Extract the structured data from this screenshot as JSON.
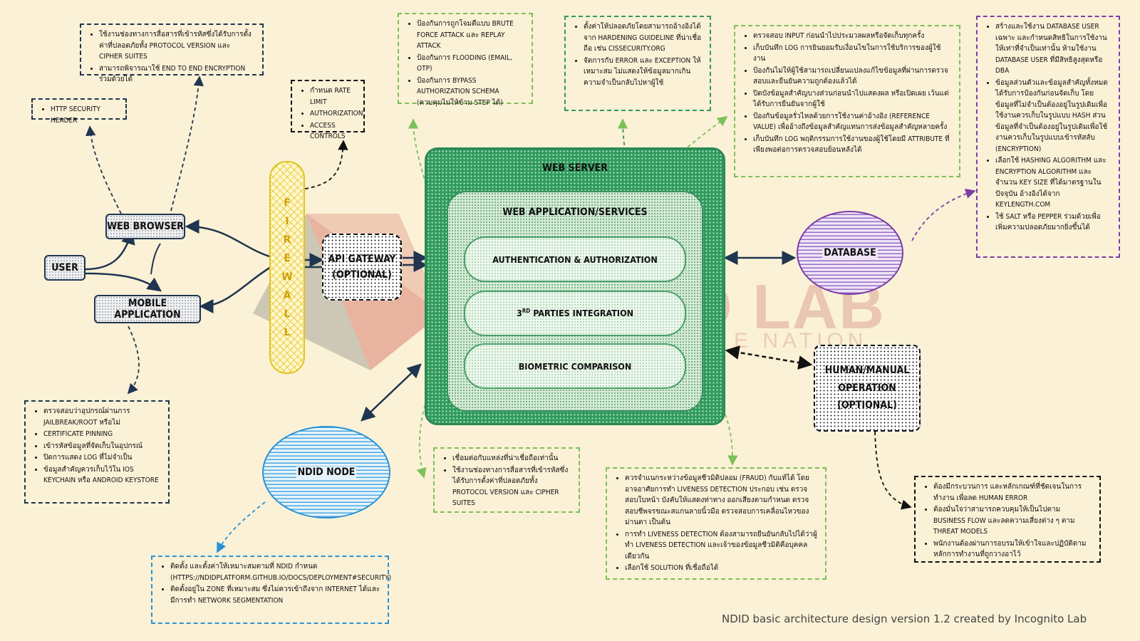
{
  "nodes": {
    "user": "USER",
    "web_browser": "WEB BROWSER",
    "mobile_app": "MOBILE APPLICATION",
    "firewall_letters": [
      "F",
      "I",
      "R",
      "E",
      "W",
      "A",
      "L",
      "L"
    ],
    "api_gateway_line1": "API GATEWAY",
    "api_gateway_line2": "(OPTIONAL)",
    "web_server": "WEB SERVER",
    "web_app": "WEB APPLICATION/SERVICES",
    "auth": "AUTHENTICATION & AUTHORIZATION",
    "third_parties_num": "3",
    "third_parties_sup": "RD",
    "third_parties_text": " PARTIES INTEGRATION",
    "biometric": "BIOMETRIC COMPARISON",
    "database": "DATABASE",
    "ndid_node": "NDID NODE",
    "human_line1": "HUMAN/MANUAL",
    "human_line2": "OPERATION",
    "human_line3": "(OPTIONAL)"
  },
  "notes": {
    "browser_tls": [
      "ใช้งานช่องทางการสื่อสารที่เข้ารหัสซึ่งได้รับการตั้งค่าที่ปลอดภัยทั้ง PROTOCOL VERSION และ CIPHER SUITES",
      "สามารถพิจารณาใช้ END TO END ENCRYPTION ร่วมด้วยได้"
    ],
    "http_header": [
      "HTTP SECURITY HEADER"
    ],
    "api_controls": [
      "กำหนด RATE LIMIT",
      "AUTHORIZATION",
      "ACCESS CONTROLS"
    ],
    "brute_force": [
      "ป้องกันการถูกโจมตีแบบ BRUTE FORCE ATTACK และ REPLAY ATTACK",
      "ป้องกันการ FLOODING (EMAIL, OTP)",
      "ป้องกันการ BYPASS AUTHORIZATION SCHEMA (ควบคุมไม่ให้ข้าม STEP ได้)"
    ],
    "hardening": [
      "ตั้งค่าให้ปลอดภัยโดยสามารถอ้างอิงได้จาก HARDENING GUIDELINE ที่น่าเชื่อถือ เช่น CISSECURITY.ORG",
      "จัดการกับ ERROR และ EXCEPTION ให้เหมาะสม ไม่แสดงให้ข้อมูลมากเกินความจำเป็นกลับไปหาผู้ใช้"
    ],
    "input_validation": [
      "ตรวจสอบ INPUT ก่อนนำไปประมวลผลหรือจัดเก็บทุกครั้ง",
      "เก็บบันทึก LOG การยินยอมรับเงื่อนไขในการใช้บริการของผู้ใช้งาน",
      "ป้องกันไม่ให้ผู้ใช้สามารถเปลี่ยนแปลงแก้ไขข้อมูลที่ผ่านการตรวจสอบและยืนยันความถูกต้องแล้วได้",
      "ปิดบังข้อมูลสำคัญบางส่วนก่อนนำไปแสดงผล หรือเปิดเผย เว้นแต่ได้รับการยืนยันจากผู้ใช้",
      "ป้องกันข้อมูลรั่วไหลด้วยการใช้งานค่าอ้างอิง (REFERENCE VALUE) เพื่ออ้างถึงข้อมูลสำคัญแทนการส่งข้อมูลสำคัญหลายครั้ง",
      "เก็บบันทึก LOG พฤติกรรมการใช้งานของผู้ใช้โดยมี ATTRIBUTE ที่เพียงพอต่อการตรวจสอบย้อนหลังได้"
    ],
    "database_user": [
      "สร้างและใช้งาน DATABASE USER เฉพาะ และกำหนดสิทธิในการใช้งานให้เท่าที่จำเป็นเท่านั้น ห้ามใช้งาน DATABASE USER ที่มีสิทธิสูงสุดหรือ DBA",
      "ข้อมูลส่วนตัวและข้อมูลสำคัญทั้งหมดได้รับการป้องกันก่อนจัดเก็บ โดย ข้อมูลที่ไม่จำเป็นต้องอยู่ในรูปเดิมเพื่อใช้งานควรเก็บในรูปแบบ HASH ส่วนข้อมูลที่จำเป็นต้องอยู่ในรูปเดิมเพื่อใช้งานควรเก็บในรูปแบบเข้ารหัสลับ (ENCRYPTION)",
      "เลือกใช้ HASHING ALGORITHM และ ENCRYPTION ALGORITHM และจำนวน KEY SIZE ที่ได้มาตรฐานในปัจจุบัน อ้างอิงได้จาก KEYLENGTH.COM",
      "ใช้ SALT หรือ PEPPER ร่วมด้วยเพื่อเพิ่มความปลอดภัยมากยิ่งขึ้นได้"
    ],
    "mobile": [
      "ตรวจสอบว่าอุปกรณ์ผ่านการ JAILBREAK/ROOT หรือไม่",
      "CERTIFICATE PINNING",
      "เข้ารหัสข้อมูลที่จัดเก็บในอุปกรณ์",
      "ปิดการแสดง LOG ที่ไม่จำเป็น",
      "ข้อมูลสำคัญควรเก็บไว้ใน IOS KEYCHAIN หรือ ANDROID KEYSTORE"
    ],
    "third_party": [
      "เชื่อมต่อกับแหล่งที่น่าเชื่อถือเท่านั้น",
      "ใช้งานช่องทางการสื่อสารที่เข้ารหัสซึ่งได้รับการตั้งค่าที่ปลอดภัยทั้ง PROTOCOL VERSION และ CIPHER SUITES"
    ],
    "biometric": [
      "ควรจำแนกระหว่างข้อมูลชีวมิติปลอม (FRAUD) กับแท้ได้ โดยอาจอาศัยการทำ LIVENESS DETECTION ประกอบ เช่น ตรวจสอบใบหน้า บังคับให้แสดงท่าทาง ออกเสียงตามกำหนด ตรวจสอบชีพจรขณะสแกนลายนิ้วมือ ตรวจสอบการเคลื่อนไหวของม่านตา เป็นต้น",
      "การทำ LIVENESS DETECTION ต้องสามารถยืนยันกลับไปได้ว่าผู้ทำ LIVENESS DETECTION และเจ้าของข้อมูลชีวมิติคือบุคคลเดียวกัน",
      "เลือกใช้ SOLUTION ที่เชื่อถือได้"
    ],
    "human": [
      "ต้องมีกระบวนการ และหลักเกณฑ์ที่ชัดเจนในการทำงาน เพื่อลด HUMAN ERROR",
      "ต้องมั่นใจว่าสามารถควบคุมให้เป็นไปตาม BUSINESS FLOW และลดความเสี่ยงต่าง ๆ ตาม THREAT MODELS",
      "พนักงานต้องผ่านการอบรมให้เข้าใจและปฏิบัติตามหลักการทำงานที่ถูกวางอาไว้"
    ],
    "ndid": [
      "ติดตั้ง และตั้งค่าให้เหมาะสมตามที่ NDID กำหนด (HTTPS://NDIDPLATFORM.GITHUB.IO/DOCS/DEPLOYMENT#SECURITY)",
      "ติดตั้งอยู่ใน ZONE ที่เหมาะสม ซึ่งไม่ควรเข้าถึงจาก INTERNET ได้และมีการทำ NETWORK SEGMENTATION"
    ]
  },
  "watermark": {
    "main": "TO LAB",
    "sub": "E NATION"
  },
  "credit": "NDID basic architecture design version 1.2 created by Incognito Lab",
  "colors": {
    "background": "#fbf1d6",
    "navy": "#1f3550",
    "green": "#2f9a5c",
    "light_green": "#7cc05a",
    "purple": "#7b3ea8",
    "blue": "#2a93d5",
    "yellow": "#e0c51f"
  }
}
